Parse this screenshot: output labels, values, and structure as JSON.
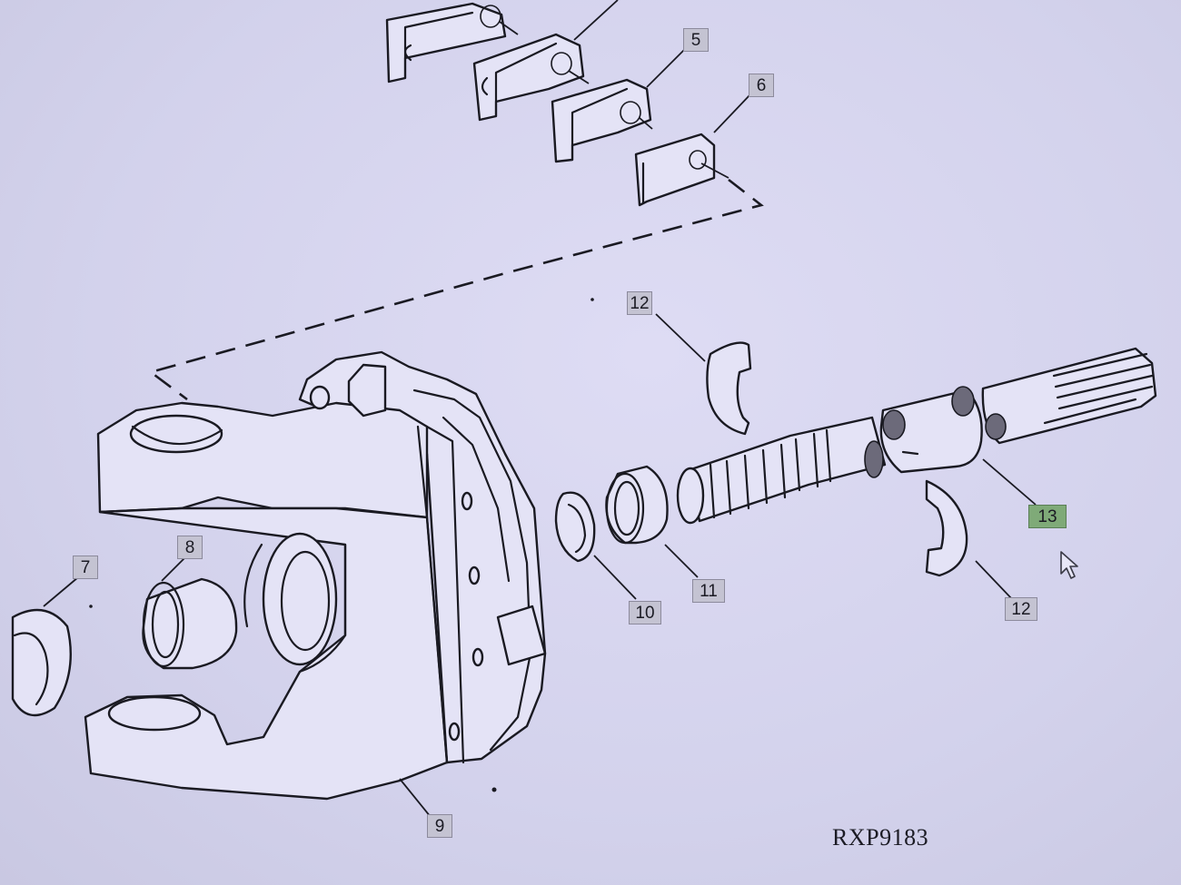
{
  "diagram": {
    "callouts": [
      {
        "id": "callout-5",
        "label": "5",
        "highlight": false
      },
      {
        "id": "callout-6",
        "label": "6",
        "highlight": false
      },
      {
        "id": "callout-12-top",
        "label": "12",
        "highlight": false
      },
      {
        "id": "callout-13",
        "label": "13",
        "highlight": true
      },
      {
        "id": "callout-12-bottom",
        "label": "12",
        "highlight": false
      },
      {
        "id": "callout-10",
        "label": "10",
        "highlight": false
      },
      {
        "id": "callout-11",
        "label": "11",
        "highlight": false
      },
      {
        "id": "callout-8",
        "label": "8",
        "highlight": false
      },
      {
        "id": "callout-7",
        "label": "7",
        "highlight": false
      },
      {
        "id": "callout-9",
        "label": "9",
        "highlight": false
      }
    ],
    "figure_code": "RXP9183",
    "colors": {
      "background": "#d7d6ee",
      "line": "#1a1a22",
      "callout_bg": "#c4c3d2",
      "callout_highlight": "#7faa78"
    }
  }
}
